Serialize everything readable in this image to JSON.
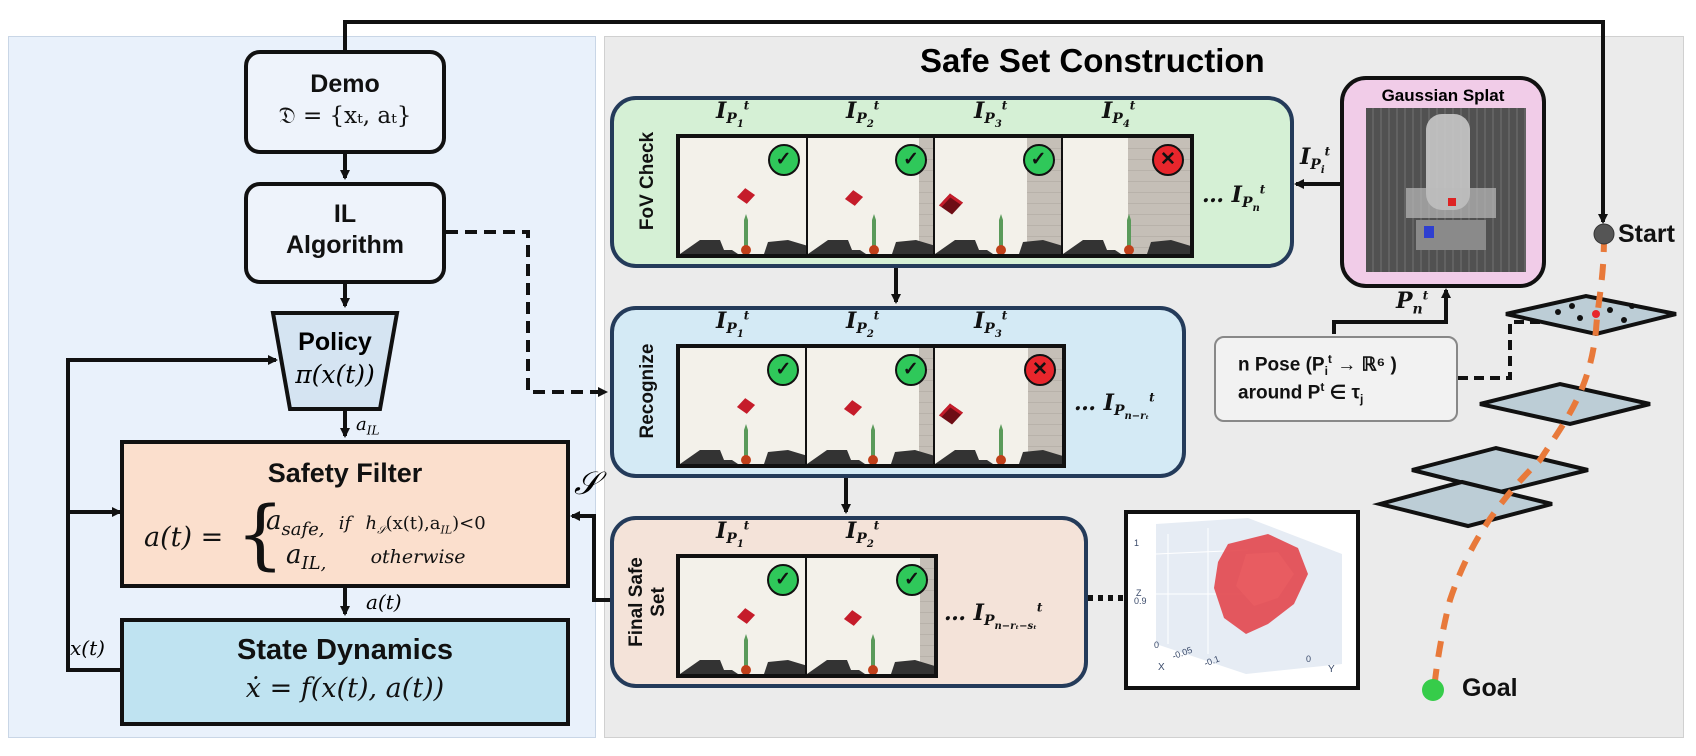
{
  "left": {
    "demo": {
      "title": "Demo",
      "formula": "𝔇 = {xₜ, aₜ}"
    },
    "il": {
      "line1": "IL",
      "line2": "Algorithm"
    },
    "policy": {
      "title": "Policy",
      "formula": "π(x(t))"
    },
    "a_il_label": "a",
    "a_il_sub": "IL",
    "safety": {
      "title": "Safety Filter",
      "lhs": "a(t) =",
      "case1": "a",
      "case1_sub": "safe,",
      "case1_cond": "if",
      "case1_h": "h",
      "case1_hs": "𝒮",
      "case1_args": "(x(t),a",
      "case1_args_sub": "IL",
      "case1_end": ")<0",
      "case2": "a",
      "case2_sub": "IL,",
      "case2_cond": "otherwise"
    },
    "at_label": "a(t)",
    "xt_label": "x(t)",
    "state": {
      "title": "State Dynamics",
      "formula": "ẋ =  f(x(t), a(t))"
    },
    "s_label": "𝒮"
  },
  "right": {
    "title": "Safe Set Construction",
    "fov": {
      "label": "FoV Check",
      "images": [
        {
          "label": "I",
          "sub": "P",
          "subsub": "1",
          "sup": "t",
          "status": "check"
        },
        {
          "label": "I",
          "sub": "P",
          "subsub": "2",
          "sup": "t",
          "status": "check"
        },
        {
          "label": "I",
          "sub": "P",
          "subsub": "3",
          "sup": "t",
          "status": "check"
        },
        {
          "label": "I",
          "sub": "P",
          "subsub": "4",
          "sup": "t",
          "status": "cross"
        }
      ],
      "tail": "… I",
      "tail_sub": "P",
      "tail_subsub": "n",
      "tail_sup": "t"
    },
    "recognize": {
      "label": "Recognize",
      "images": [
        {
          "label": "I",
          "sub": "P",
          "subsub": "1",
          "sup": "t",
          "status": "check"
        },
        {
          "label": "I",
          "sub": "P",
          "subsub": "2",
          "sup": "t",
          "status": "check"
        },
        {
          "label": "I",
          "sub": "P",
          "subsub": "3",
          "sup": "t",
          "status": "cross"
        }
      ],
      "tail": "… I",
      "tail_sub": "P",
      "tail_subsub": "n−rₜ",
      "tail_sup": "t"
    },
    "final": {
      "label_line1": "Final Safe",
      "label_line2": "Set",
      "images": [
        {
          "label": "I",
          "sub": "P",
          "subsub": "1",
          "sup": "t",
          "status": "check"
        },
        {
          "label": "I",
          "sub": "P",
          "subsub": "2",
          "sup": "t",
          "status": "check"
        }
      ],
      "tail": "… I",
      "tail_sub": "P",
      "tail_subsub": "n−rₜ−sₜ",
      "tail_sup": "t"
    },
    "gaussian": {
      "title": "Gaussian Splat"
    },
    "ipi_label": "I",
    "ipi_sub": "P",
    "ipi_subsub": "i",
    "ipi_sup": "t",
    "pn_label": "P",
    "pn_sub": "n",
    "pn_sup": "t",
    "pose": {
      "line1": "n Pose (P",
      "line1_sub": "i",
      "line1_sup": "t",
      "line1_end": " → ℝ⁶ )",
      "line2": "around P",
      "line2_sup": "t",
      "line2_end": " ∈ τ",
      "line2_sub": "j"
    },
    "plot": {
      "z_label": "Z",
      "z_ticks": [
        "1",
        "0.9"
      ],
      "x_label": "X",
      "x_ticks": [
        "0",
        "-0.05",
        "-0.1"
      ],
      "y_label": "Y",
      "y_ticks": [
        "0"
      ]
    },
    "start_label": "Start",
    "goal_label": "Goal"
  },
  "colors": {
    "left_bg": "#e9f1fb",
    "right_bg": "#ebebeb",
    "fov_bg": "#d5f0d5",
    "recognize_bg": "#d4eaf5",
    "final_bg": "#f4e3d9",
    "safety_bg": "#fbdfcd",
    "state_bg": "#bfe3f1",
    "gaussian_bg": "#f1cce8",
    "trajectory": "#e8793a"
  }
}
